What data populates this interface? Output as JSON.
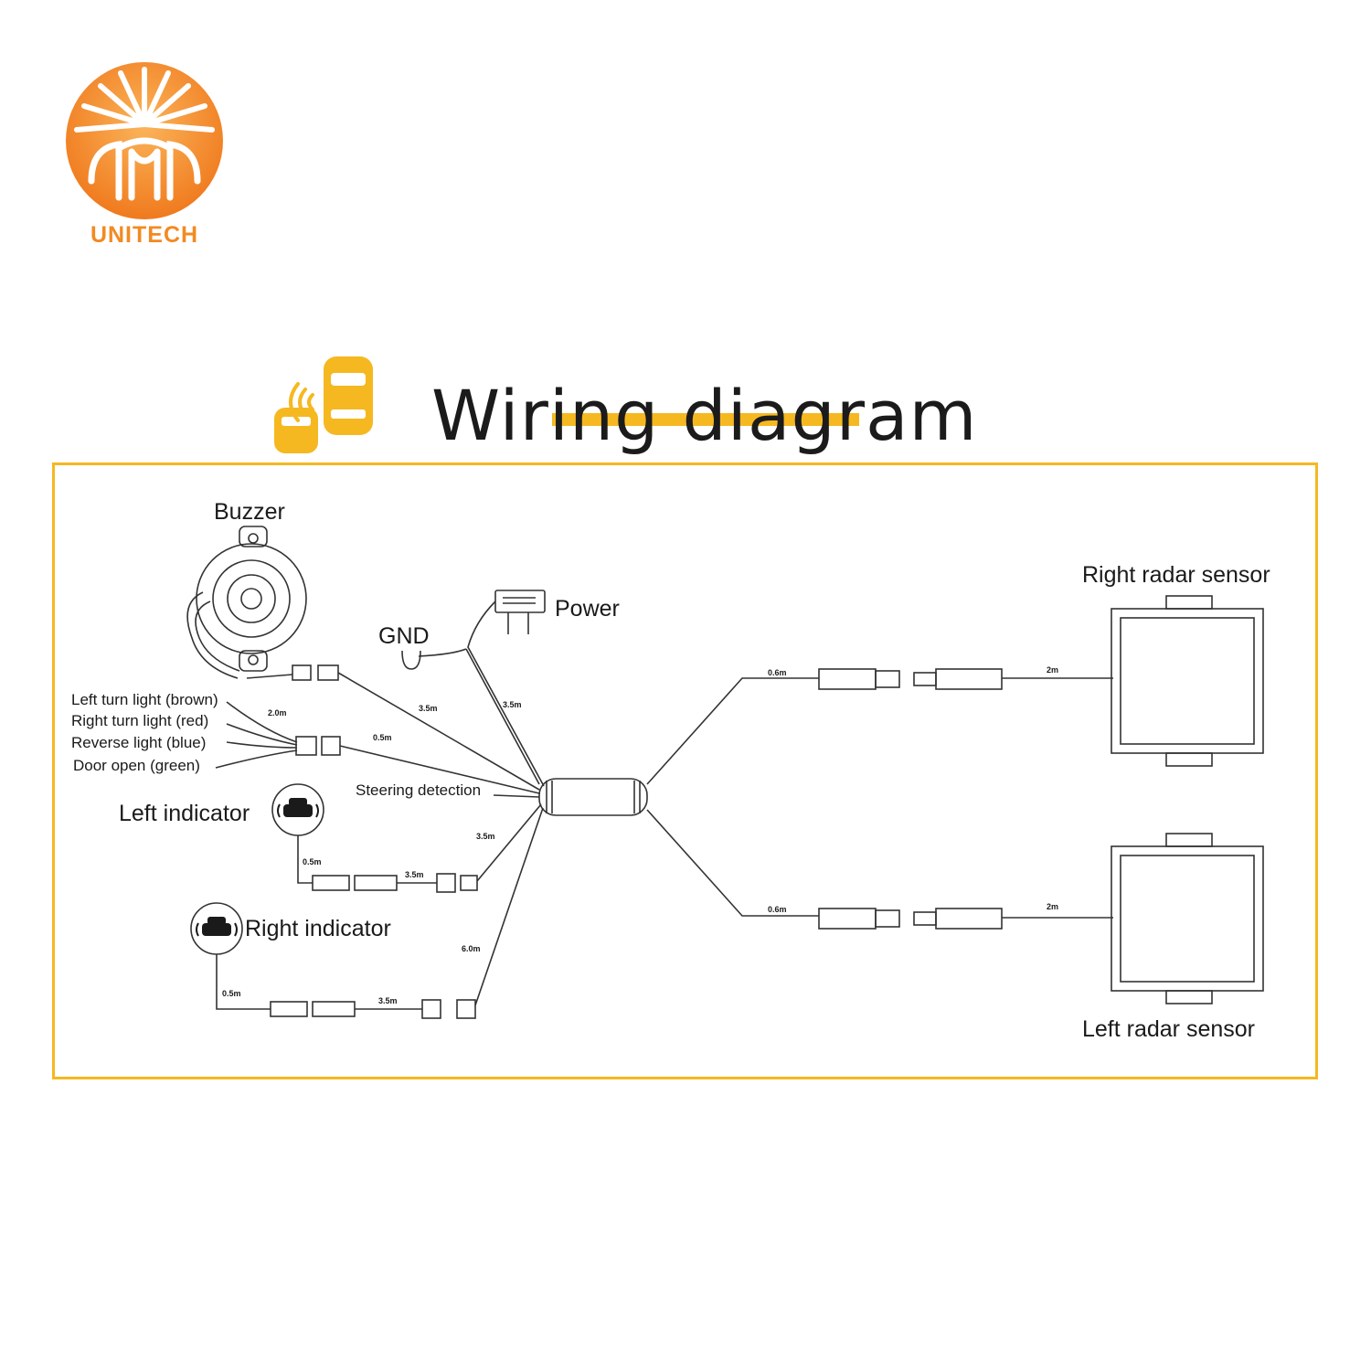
{
  "brand": {
    "name": "UNITECH",
    "colors": {
      "orange_light": "#fbb45a",
      "orange_dark": "#f07a1e",
      "text": "#f28a22"
    }
  },
  "title": "Wiring diagram",
  "accent_color": "#f6b821",
  "components": {
    "buzzer": "Buzzer",
    "power": "Power",
    "gnd": "GND",
    "right_radar": "Right radar sensor",
    "left_radar": "Left radar sensor",
    "left_indicator": "Left indicator",
    "right_indicator": "Right indicator",
    "steering_detection": "Steering detection"
  },
  "signal_wires": [
    "Left turn light (brown)",
    "Right turn light (red)",
    "Reverse light (blue)",
    "Door open (green)"
  ],
  "cable_lengths": {
    "buzzer_cable": "3.5m",
    "power_cable": "3.5m",
    "signal_cable": "2.0m",
    "signal_lead": "0.5m",
    "left_indicator_cable": "3.5m",
    "left_indicator_lead": "0.5m",
    "left_indicator_ext": "3.5m",
    "right_indicator_cable": "6.0m",
    "right_indicator_lead": "0.5m",
    "right_indicator_ext": "3.5m",
    "right_radar_lead": "0.6m",
    "right_radar_cable": "2m",
    "left_radar_lead": "0.6m",
    "left_radar_cable": "2m"
  }
}
